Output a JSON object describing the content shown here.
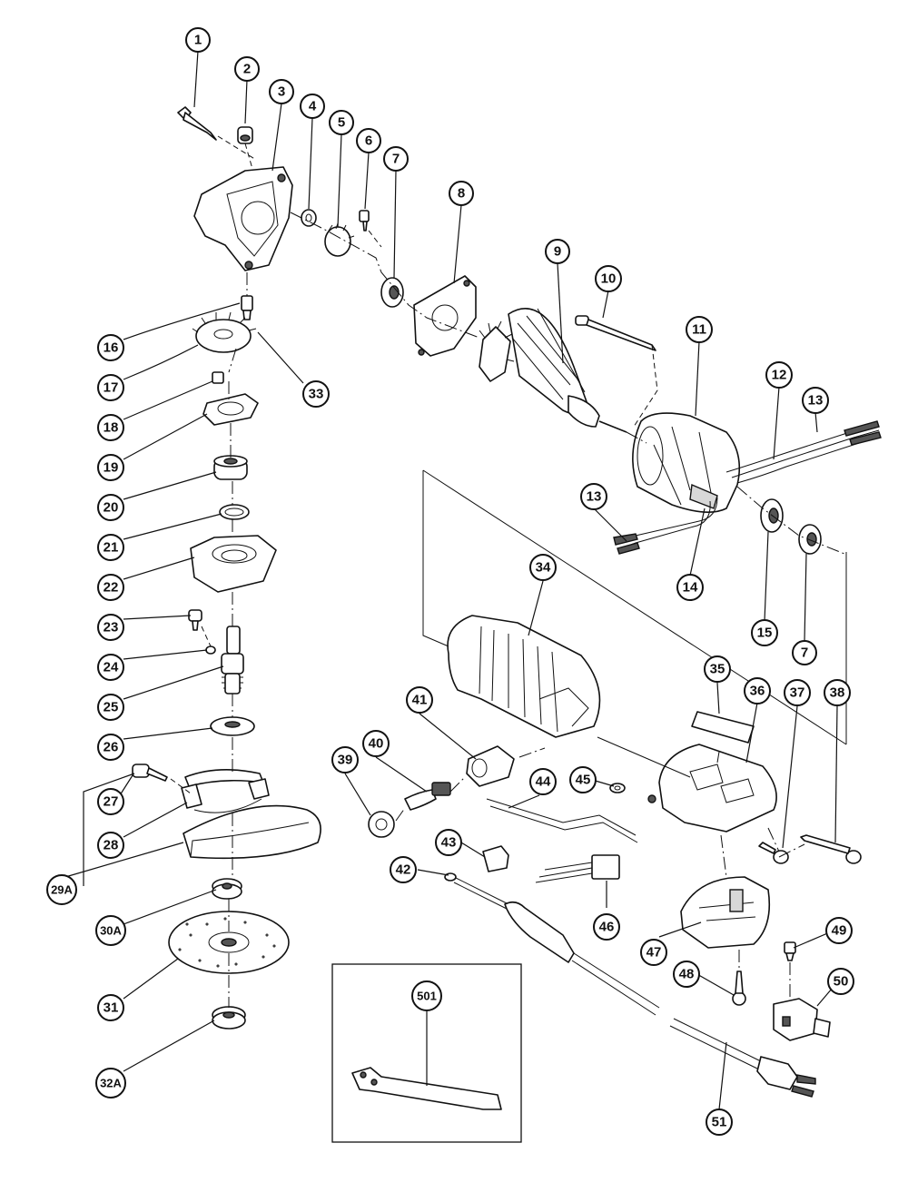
{
  "diagram": {
    "callouts": [
      {
        "key": "p1",
        "label": "1"
      },
      {
        "key": "p2",
        "label": "2"
      },
      {
        "key": "p3",
        "label": "3"
      },
      {
        "key": "p4",
        "label": "4"
      },
      {
        "key": "p5",
        "label": "5"
      },
      {
        "key": "p6",
        "label": "6"
      },
      {
        "key": "p7a",
        "label": "7"
      },
      {
        "key": "p8",
        "label": "8"
      },
      {
        "key": "p9",
        "label": "9"
      },
      {
        "key": "p10",
        "label": "10"
      },
      {
        "key": "p11",
        "label": "11"
      },
      {
        "key": "p12",
        "label": "12"
      },
      {
        "key": "p13a",
        "label": "13"
      },
      {
        "key": "p13b",
        "label": "13"
      },
      {
        "key": "p14",
        "label": "14"
      },
      {
        "key": "p15",
        "label": "15"
      },
      {
        "key": "p7b",
        "label": "7"
      },
      {
        "key": "p16",
        "label": "16"
      },
      {
        "key": "p17",
        "label": "17"
      },
      {
        "key": "p18",
        "label": "18"
      },
      {
        "key": "p19",
        "label": "19"
      },
      {
        "key": "p20",
        "label": "20"
      },
      {
        "key": "p21",
        "label": "21"
      },
      {
        "key": "p22",
        "label": "22"
      },
      {
        "key": "p23",
        "label": "23"
      },
      {
        "key": "p24",
        "label": "24"
      },
      {
        "key": "p25",
        "label": "25"
      },
      {
        "key": "p26",
        "label": "26"
      },
      {
        "key": "p27",
        "label": "27"
      },
      {
        "key": "p28",
        "label": "28"
      },
      {
        "key": "p29A",
        "label": "29A"
      },
      {
        "key": "p30A",
        "label": "30A"
      },
      {
        "key": "p31",
        "label": "31"
      },
      {
        "key": "p32A",
        "label": "32A"
      },
      {
        "key": "p33",
        "label": "33"
      },
      {
        "key": "p34",
        "label": "34"
      },
      {
        "key": "p35",
        "label": "35"
      },
      {
        "key": "p36",
        "label": "36"
      },
      {
        "key": "p37",
        "label": "37"
      },
      {
        "key": "p38",
        "label": "38"
      },
      {
        "key": "p39",
        "label": "39"
      },
      {
        "key": "p40",
        "label": "40"
      },
      {
        "key": "p41",
        "label": "41"
      },
      {
        "key": "p42",
        "label": "42"
      },
      {
        "key": "p43",
        "label": "43"
      },
      {
        "key": "p44",
        "label": "44"
      },
      {
        "key": "p45",
        "label": "45"
      },
      {
        "key": "p46",
        "label": "46"
      },
      {
        "key": "p47",
        "label": "47"
      },
      {
        "key": "p48",
        "label": "48"
      },
      {
        "key": "p49",
        "label": "49"
      },
      {
        "key": "p50",
        "label": "50"
      },
      {
        "key": "p51",
        "label": "51"
      },
      {
        "key": "p501",
        "label": "501"
      }
    ]
  }
}
